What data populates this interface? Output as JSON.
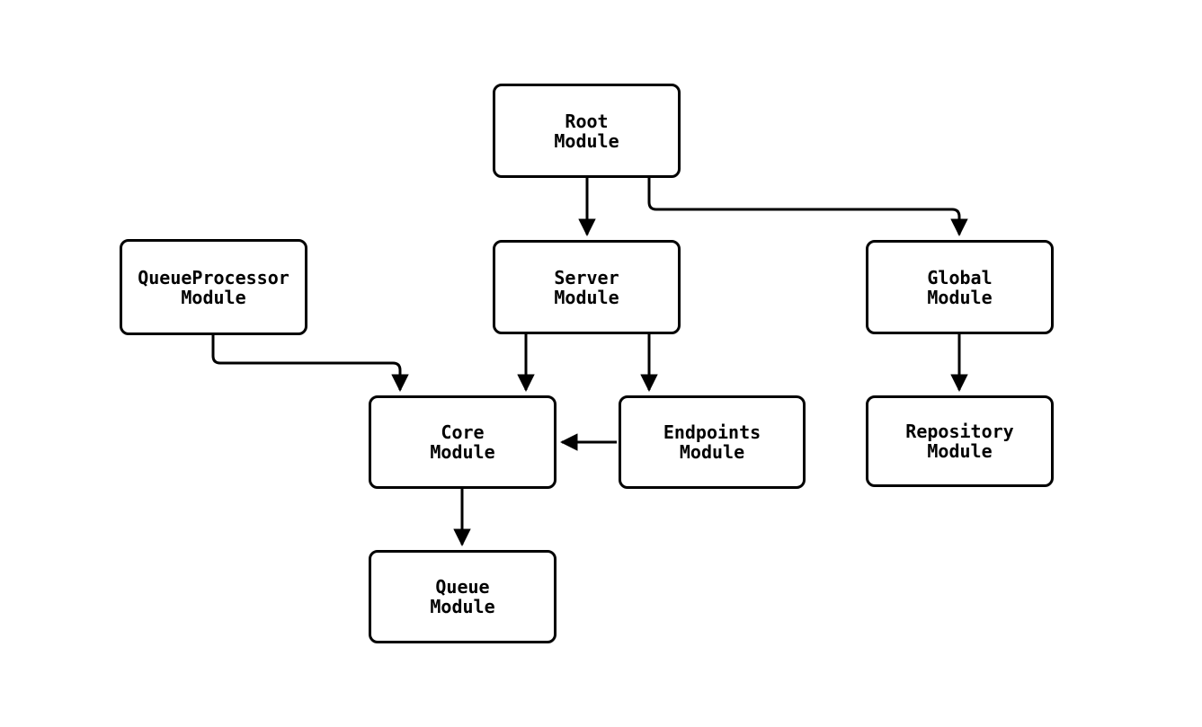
{
  "diagram": {
    "type": "flowchart",
    "background_color": "#ffffff",
    "node_fill_color": "#ffffff",
    "node_border_color": "#000000",
    "text_color": "#000000",
    "arrow_color": "#000000",
    "nodes": {
      "root": {
        "line1": "Root",
        "line2": "Module"
      },
      "queueprocessor": {
        "line1": "QueueProcessor",
        "line2": "Module"
      },
      "server": {
        "line1": "Server",
        "line2": "Module"
      },
      "global": {
        "line1": "Global",
        "line2": "Module"
      },
      "core": {
        "line1": "Core",
        "line2": "Module"
      },
      "endpoints": {
        "line1": "Endpoints",
        "line2": "Module"
      },
      "repository": {
        "line1": "Repository",
        "line2": "Module"
      },
      "queue": {
        "line1": "Queue",
        "line2": "Module"
      }
    },
    "edges": [
      {
        "from": "Root Module",
        "to": "Server Module"
      },
      {
        "from": "Root Module",
        "to": "Global Module"
      },
      {
        "from": "QueueProcessor Module",
        "to": "Core Module"
      },
      {
        "from": "Server Module",
        "to": "Core Module"
      },
      {
        "from": "Server Module",
        "to": "Endpoints Module"
      },
      {
        "from": "Endpoints Module",
        "to": "Core Module"
      },
      {
        "from": "Global Module",
        "to": "Repository Module"
      },
      {
        "from": "Core Module",
        "to": "Queue Module"
      }
    ]
  }
}
